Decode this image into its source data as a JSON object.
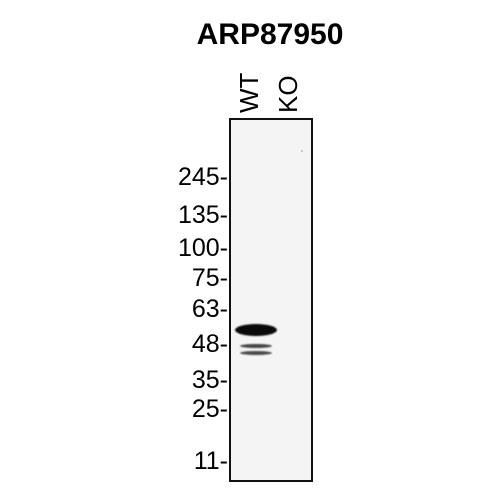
{
  "title": "ARP87950",
  "lanes": [
    "WT",
    "KO"
  ],
  "markers": [
    "245-",
    "135-",
    "100-",
    "75-",
    "63-",
    "48-",
    "35-",
    "25-",
    "11-"
  ]
}
